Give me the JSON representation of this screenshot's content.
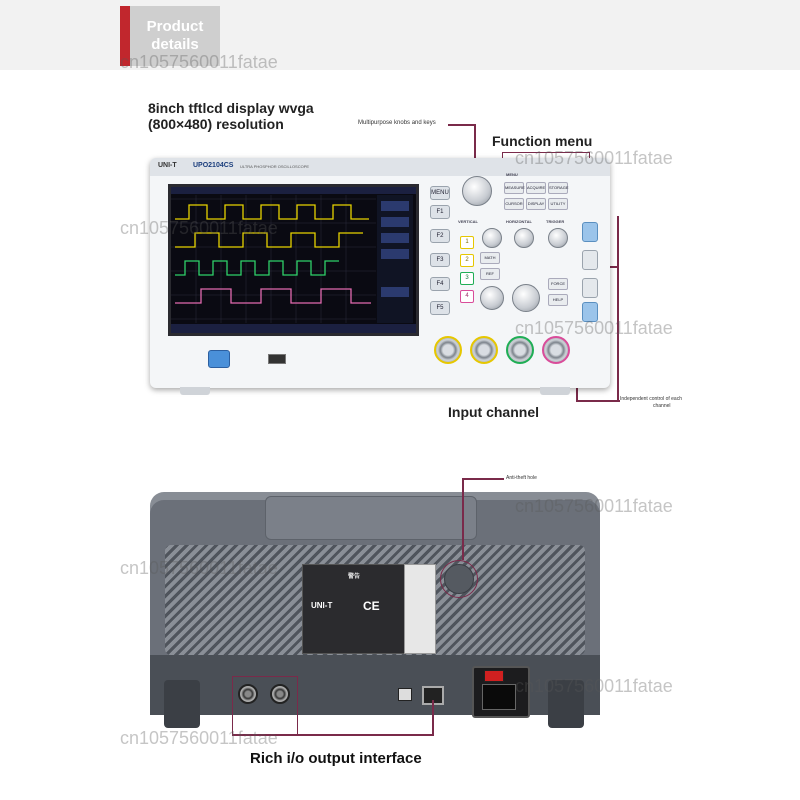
{
  "header": {
    "title_line1": "Product",
    "title_line2": "details"
  },
  "labels": {
    "display_line1": "8inch tftlcd display wvga",
    "display_line2": "(800×480) resolution",
    "knobs_keys": "Multipurpose knobs and keys",
    "function_menu": "Function menu",
    "input_channel": "Input channel",
    "independent_control_line1": "Independent control of each",
    "independent_control_line2": "channel",
    "rich_io": "Rich i/o output interface",
    "anti_theft": "Anti-theft hole"
  },
  "front_panel": {
    "brand": "UNI-T",
    "model": "UPO2104CS",
    "model_desc": "ULTRA PHOSPHOR OSCILLOSCOPE",
    "softkeys": [
      "MENU",
      "F1",
      "F2",
      "F3",
      "F4",
      "F5"
    ],
    "groups": [
      "MENU",
      "VERTICAL",
      "HORIZONTAL",
      "TRIGGER"
    ],
    "buttons": [
      "MEASURE",
      "ACQUIRE",
      "STORAGE",
      "CURSOR",
      "DISPLAY",
      "UTILITY",
      "MATH",
      "REF",
      "FORCE",
      "HELP"
    ],
    "channels": [
      "1",
      "2",
      "3",
      "4"
    ],
    "channel_colors": [
      "#e6c700",
      "#e6c700",
      "#1fae55",
      "#d94c9a"
    ]
  },
  "back_panel": {
    "warning_title": "警告",
    "rear_brand": "UNI-T",
    "rear_mark": "CE"
  },
  "watermark": "cn1057560011fatae"
}
